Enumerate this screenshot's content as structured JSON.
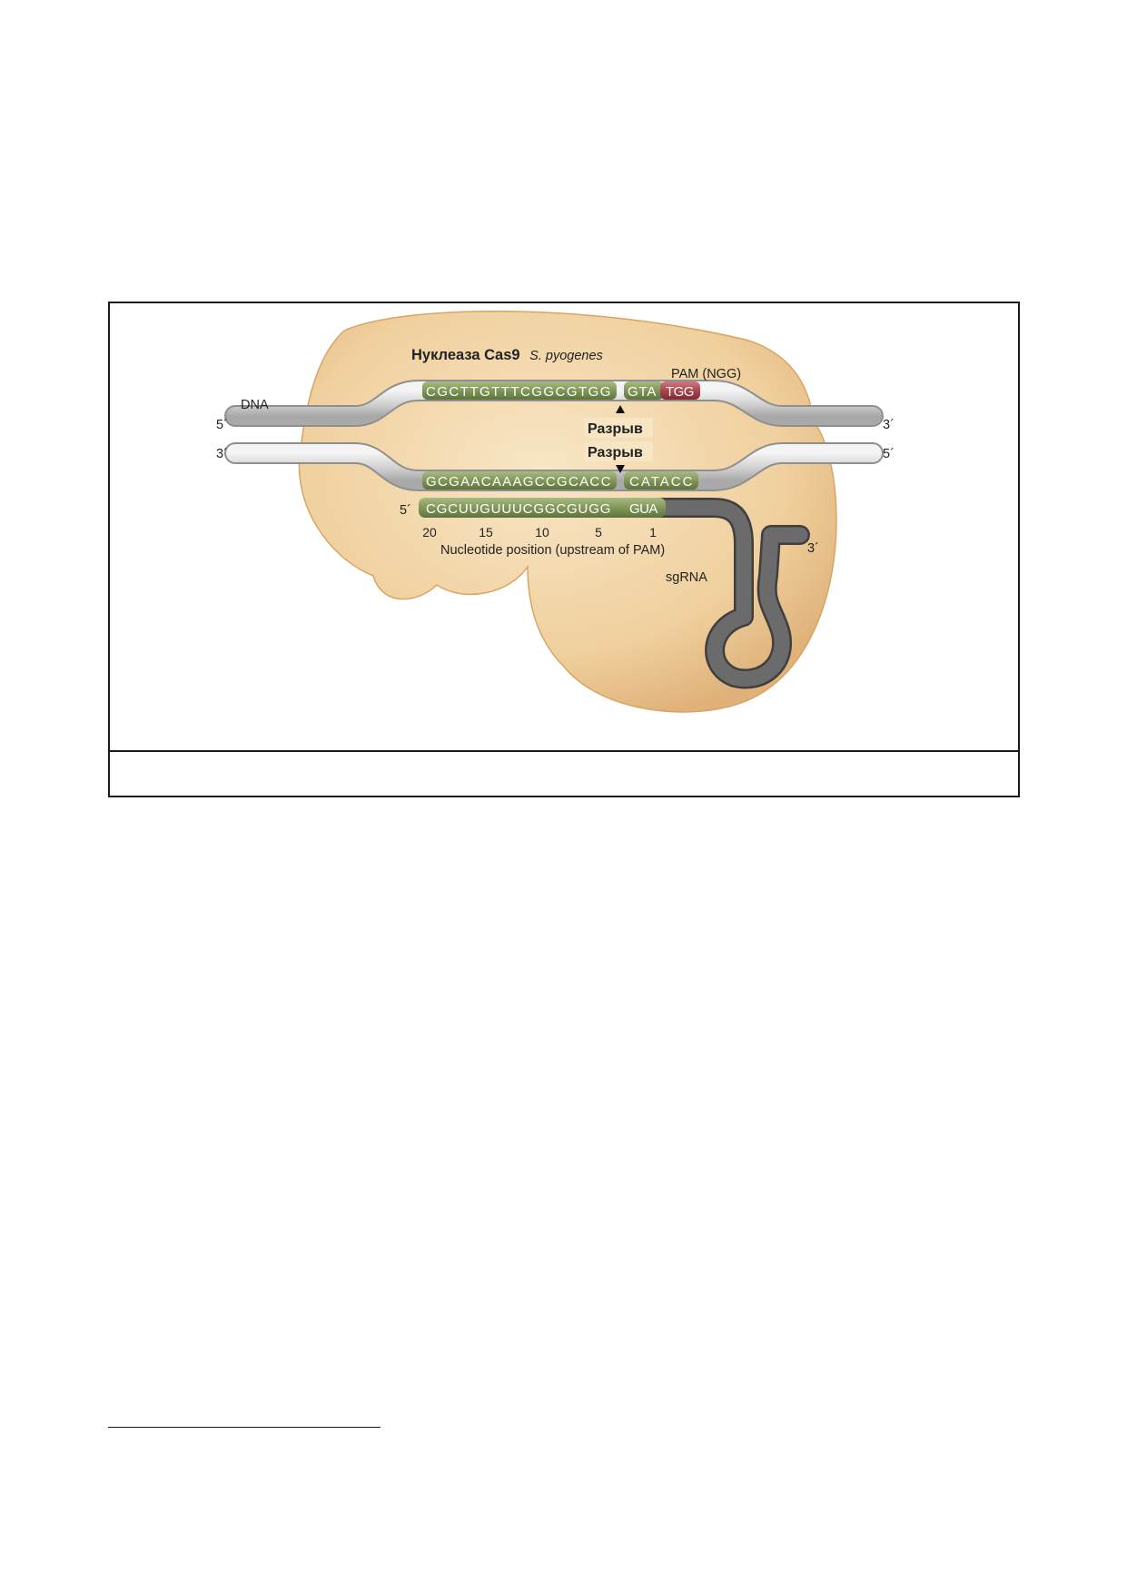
{
  "figure": {
    "title_bold": "Нуклеаза Cas9",
    "title_italic": "S. pyogenes",
    "pam_label": "PAM (NGG)",
    "dna_label": "DNA",
    "top_strand": {
      "left_end": "5´",
      "right_end": "3´",
      "seq_target": "CGCTTGTTTCGGCGTGG",
      "seq_after_cut": "GTA",
      "seq_pam": "TGG"
    },
    "bottom_strand": {
      "left_end": "3´",
      "right_end": "5´",
      "seq_target": "GCGAACAAAGCCGCACC",
      "seq_after_cut": "CATACC"
    },
    "cut_label_top": "Разрыв",
    "cut_label_bottom": "Разрыв",
    "sgrna": {
      "five_prime": "5´",
      "seq_main": "CGCUUGUUUCGGCGUGG",
      "seq_tail": "GUA",
      "three_prime": "3´",
      "label": "sgRNA"
    },
    "positions": [
      "20",
      "15",
      "10",
      "5",
      "1"
    ],
    "positions_label": "Nucleotide position (upstream of PAM)"
  },
  "colors": {
    "protein": "#f3d6a6",
    "protein_edge": "#d7a565",
    "guide_green": "#7d9455",
    "pam_red": "#a8414a",
    "dna_grey": "#cfcfcf",
    "rna_grey": "#6b6b6b"
  }
}
